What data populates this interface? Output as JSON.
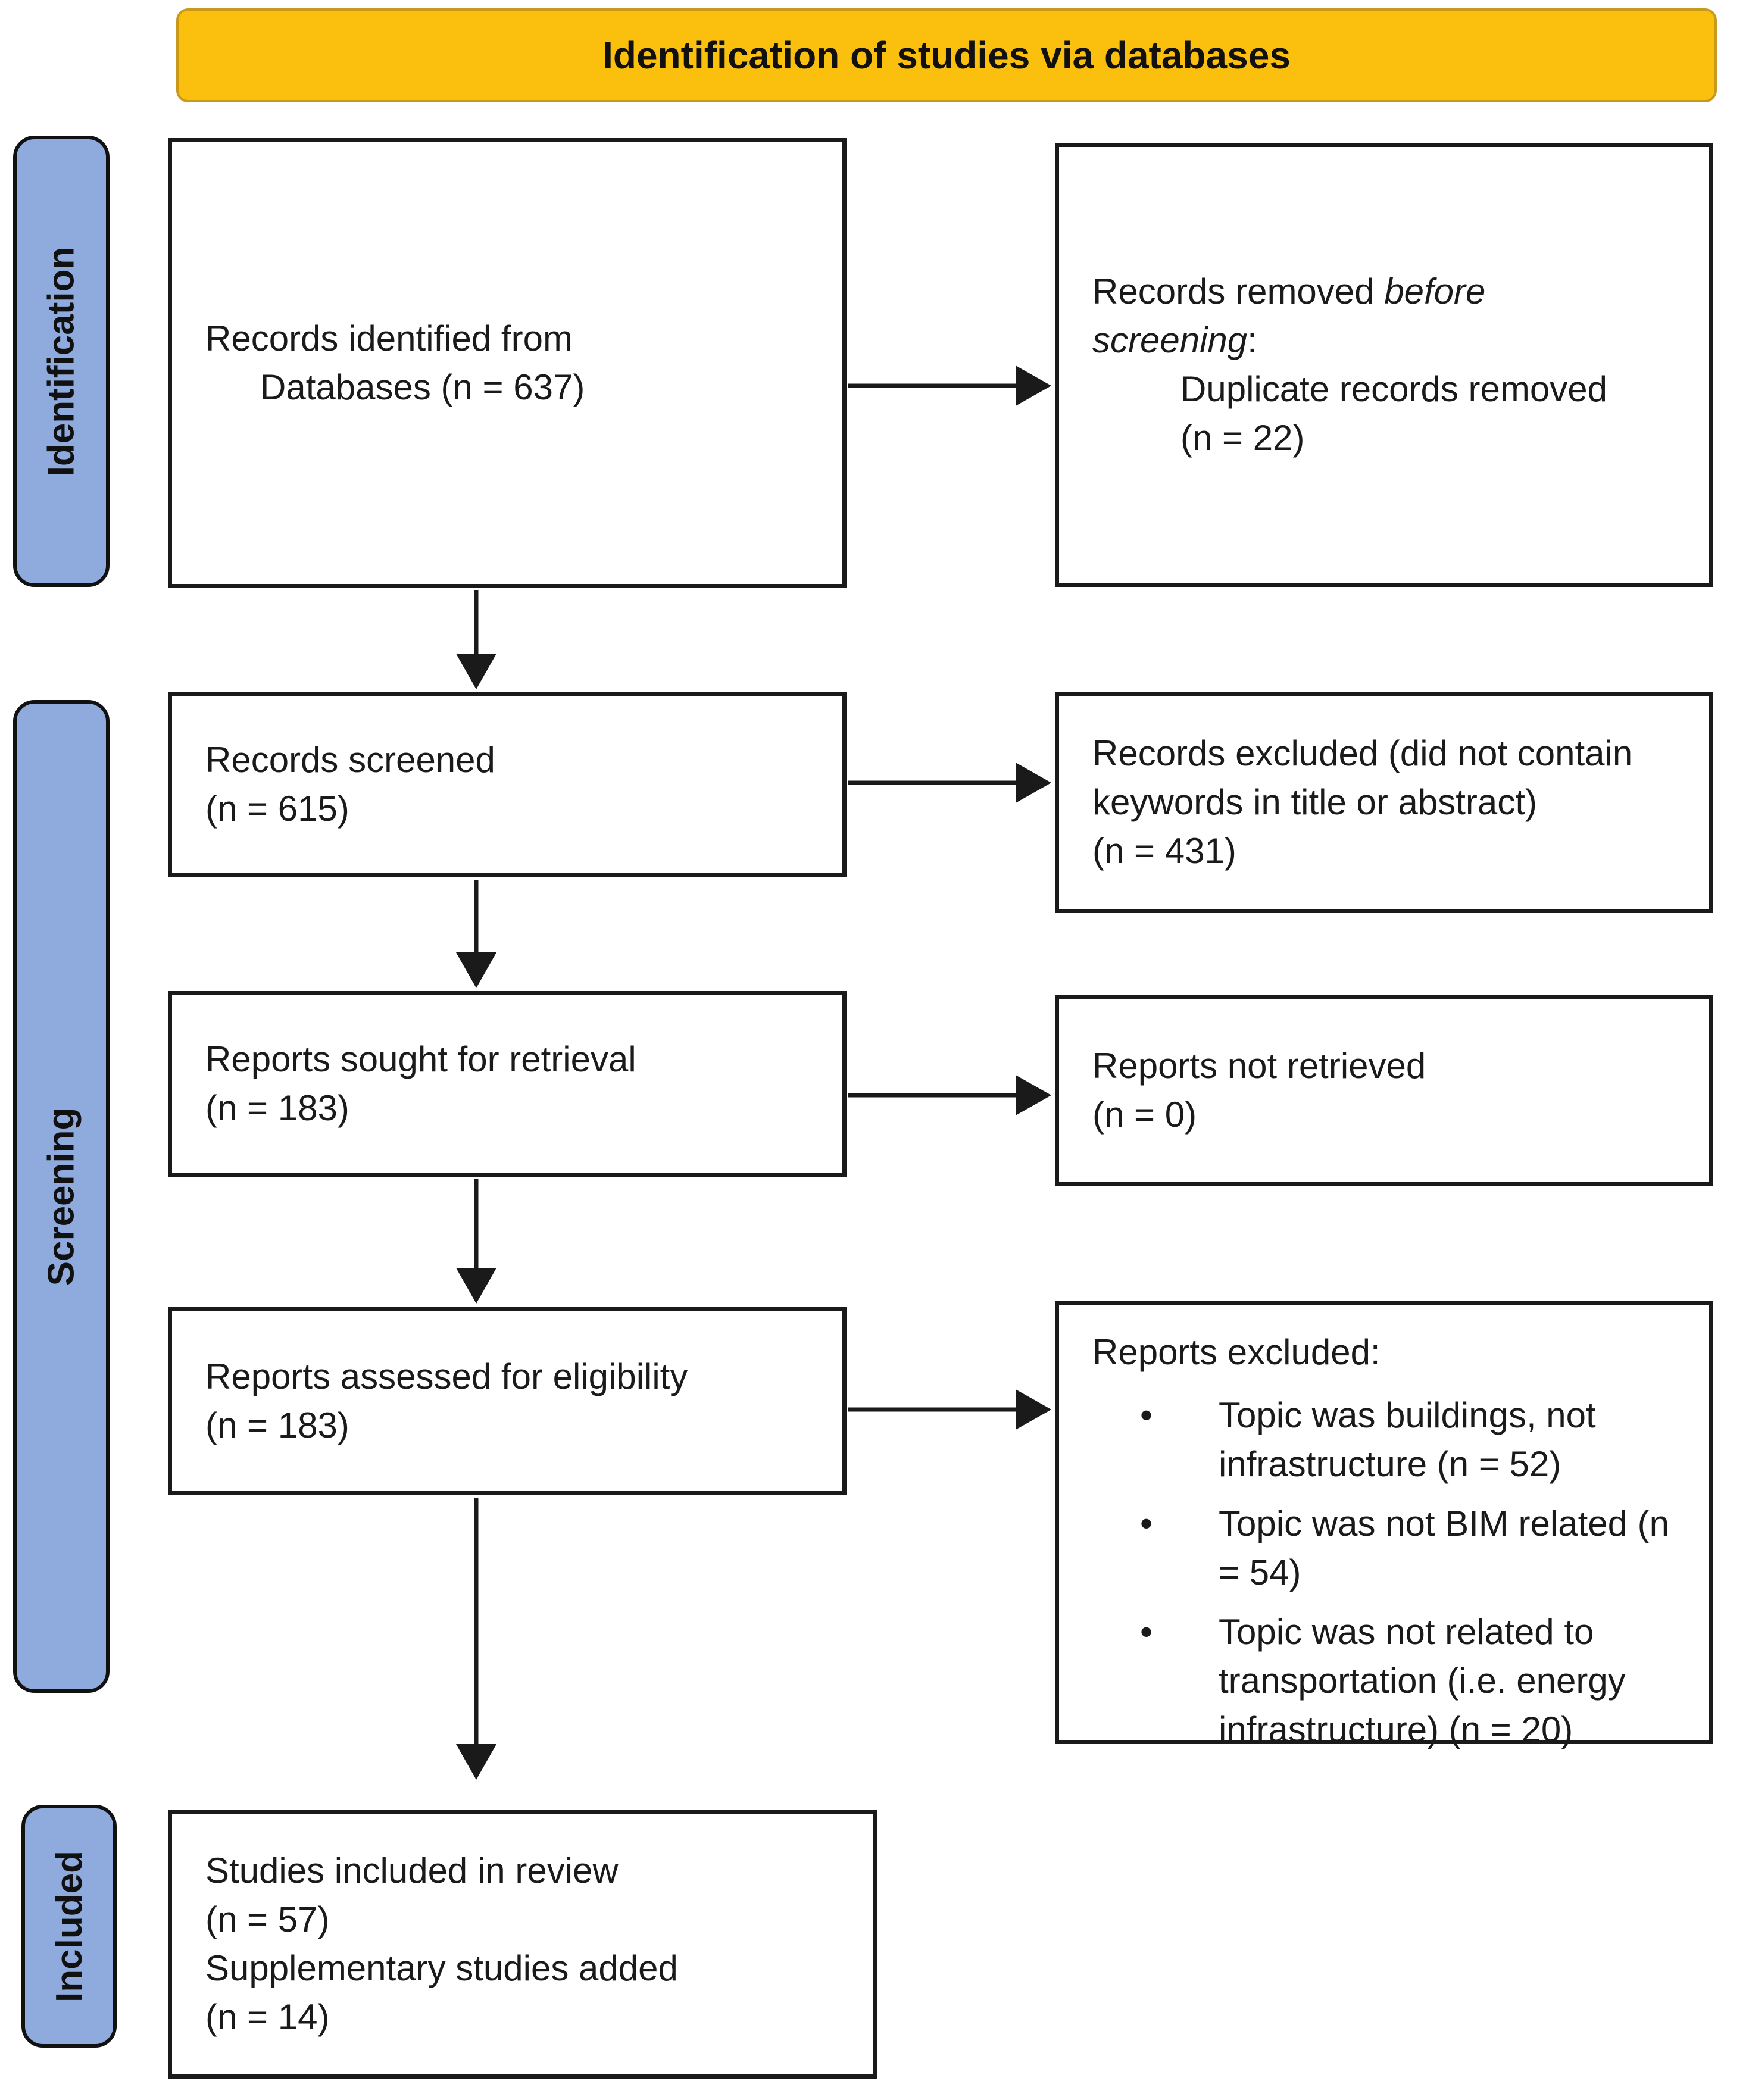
{
  "header": {
    "title": "Identification of studies via databases"
  },
  "stages": [
    {
      "label": "Identification"
    },
    {
      "label": "Screening"
    },
    {
      "label": "Included"
    }
  ],
  "boxes": {
    "records_identified": {
      "lines": [
        "Records identified from",
        "Databases (n = 637)"
      ]
    },
    "records_removed": {
      "prefix": "Records removed ",
      "italic_part": "before screening",
      "suffix": ":",
      "sub_lines": [
        "Duplicate records removed",
        "(n = 22)"
      ]
    },
    "records_screened": {
      "lines": [
        "Records screened",
        "(n = 615)"
      ]
    },
    "records_excluded": {
      "lines": [
        "Records excluded (did not contain keywords in title or abstract)",
        "(n = 431)"
      ]
    },
    "reports_sought": {
      "lines": [
        "Reports sought for retrieval",
        "(n = 183)"
      ]
    },
    "reports_not_retrieved": {
      "lines": [
        "Reports not retrieved",
        "(n = 0)"
      ]
    },
    "reports_assessed": {
      "lines": [
        "Reports assessed for eligibility",
        "(n = 183)"
      ]
    },
    "reports_excluded": {
      "title": "Reports excluded:",
      "bullets": [
        "Topic was buildings, not infrastructure (n = 52)",
        "Topic was not BIM related (n = 54)",
        "Topic was not related to transportation (i.e. energy infrastructure) (n = 20)"
      ]
    },
    "studies_included": {
      "lines": [
        "Studies included in review",
        "(n = 57)",
        "Supplementary studies added",
        "(n = 14)"
      ]
    }
  },
  "colors": {
    "banner_bg": "#FBBF0E",
    "banner_border": "#C9991C",
    "stage_bg": "#8FAADC",
    "box_border": "#1A1A1A",
    "arrow": "#1A1A1A"
  }
}
